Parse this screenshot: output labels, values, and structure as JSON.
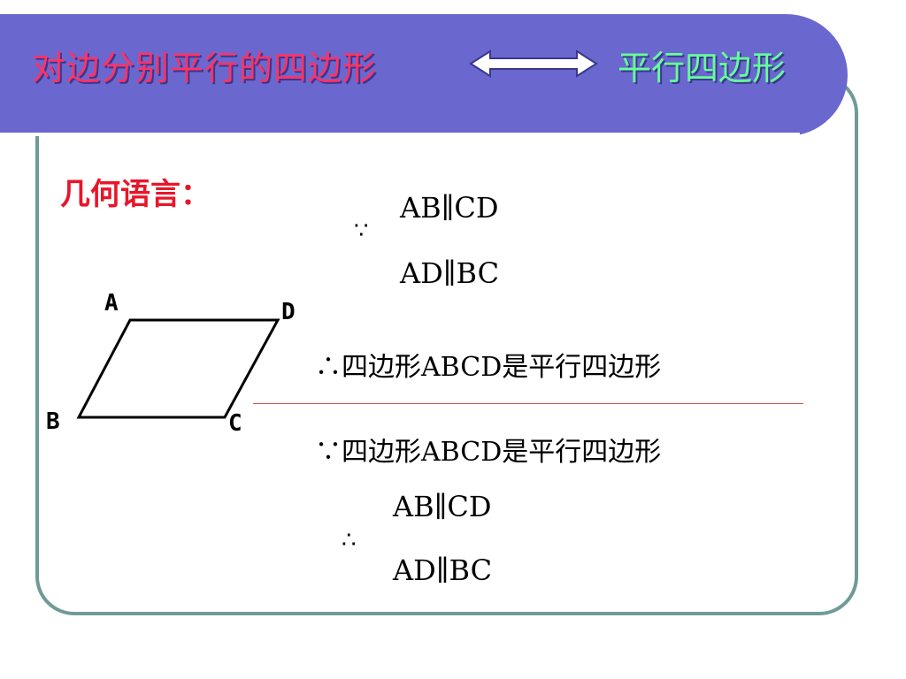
{
  "title": {
    "left": "对边分别平行的四边形",
    "right": "平行四边形",
    "arrow_icon": "double-headed-arrow-icon"
  },
  "geometry_label": "几何语言：",
  "because_symbol": "∵",
  "therefore_symbol": "∴",
  "block1": {
    "line1": "AB∥CD",
    "line2": "AD∥BC",
    "conclusion": "∴四边形ABCD是平行四边形"
  },
  "block2": {
    "premise": "∵四边形ABCD是平行四边形",
    "line1": "AB∥CD",
    "line2": "AD∥BC"
  },
  "figure": {
    "vertices": {
      "A": "A",
      "B": "B",
      "C": "C",
      "D": "D"
    }
  },
  "colors": {
    "banner": "#6a67cf",
    "title_left": "#ff3366",
    "title_right": "#66ff99",
    "geometry_label": "#e8162a",
    "frame": "#6f9a98",
    "divider": "#d9534f"
  }
}
